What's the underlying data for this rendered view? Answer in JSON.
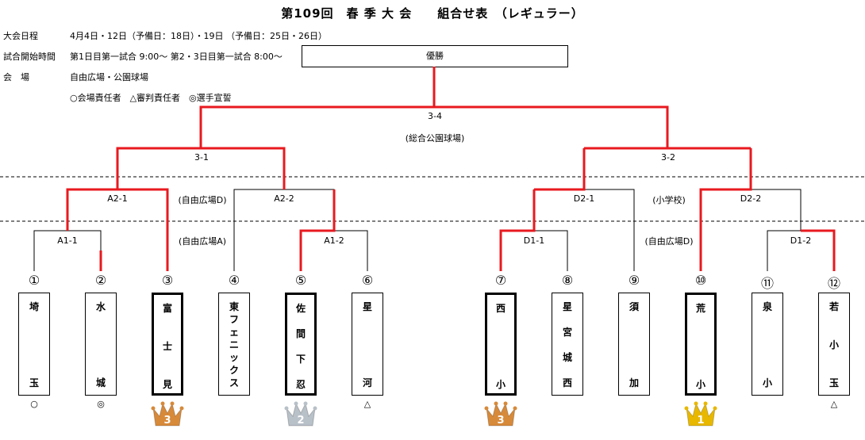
{
  "title": "第109回　春 季 大 会　　組合せ表　（レギュラー）",
  "info": {
    "dates_label": "大会日程",
    "dates_value": "4月4日・12日（予備日：18日）・19日 （予備日：25日・26日）",
    "start_label": "試合開始時間",
    "start_value": "第1日目第一試合 9:00～ 第2・3日目第一試合 8:00～",
    "venue_label": "会　場",
    "venue_value": "自由広場・公園球場",
    "legend": "○会場責任者　△審判責任者　◎選手宣誓"
  },
  "final": {
    "winner_label": "優勝",
    "label": "3-4",
    "venue": "(総合公園球場)"
  },
  "semis": {
    "left": "3-1",
    "right": "3-2"
  },
  "rounds": {
    "a2_1": "A2-1",
    "a2_2": "A2-2",
    "d2_1": "D2-1",
    "d2_2": "D2-2",
    "a1_1": "A1-1",
    "a1_2": "A1-2",
    "d1_1": "D1-1",
    "d1_2": "D1-2"
  },
  "venues": {
    "left_upper": "(自由広場D)",
    "left_lower": "(自由広場A)",
    "right_upper": "(小学校)",
    "right_lower": "(自由広場D)"
  },
  "teams": [
    {
      "num": "①",
      "chars": [
        "埼",
        "玉"
      ],
      "mark": "○"
    },
    {
      "num": "②",
      "chars": [
        "水",
        "城"
      ],
      "mark": "◎"
    },
    {
      "num": "③",
      "chars": [
        "富",
        "士",
        "見"
      ],
      "mark": "",
      "trophy": "3"
    },
    {
      "num": "④",
      "chars": [
        "東",
        "フ",
        "ェ",
        "ニ",
        "ッ",
        "ク",
        "ス"
      ],
      "mark": ""
    },
    {
      "num": "⑤",
      "chars": [
        "佐",
        "間",
        "下",
        "忍"
      ],
      "mark": "",
      "trophy": "2"
    },
    {
      "num": "⑥",
      "chars": [
        "星",
        "河"
      ],
      "mark": "△"
    },
    {
      "num": "⑦",
      "chars": [
        "西",
        "小"
      ],
      "mark": "",
      "trophy": "3"
    },
    {
      "num": "⑧",
      "chars": [
        "星",
        "宮",
        "城",
        "西"
      ],
      "mark": ""
    },
    {
      "num": "⑨",
      "chars": [
        "須",
        "加"
      ],
      "mark": ""
    },
    {
      "num": "⑩",
      "chars": [
        "荒",
        "小"
      ],
      "mark": "",
      "trophy": "1"
    },
    {
      "num": "⑪",
      "chars": [
        "泉",
        "小"
      ],
      "mark": ""
    },
    {
      "num": "⑫",
      "chars": [
        "若",
        "小",
        "玉"
      ],
      "mark": "△"
    }
  ],
  "colors": {
    "win_line": "#e8191f",
    "line": "#000000",
    "gold": "#e8b800",
    "silver": "#b8c0c8",
    "bronze": "#d78a3a"
  }
}
